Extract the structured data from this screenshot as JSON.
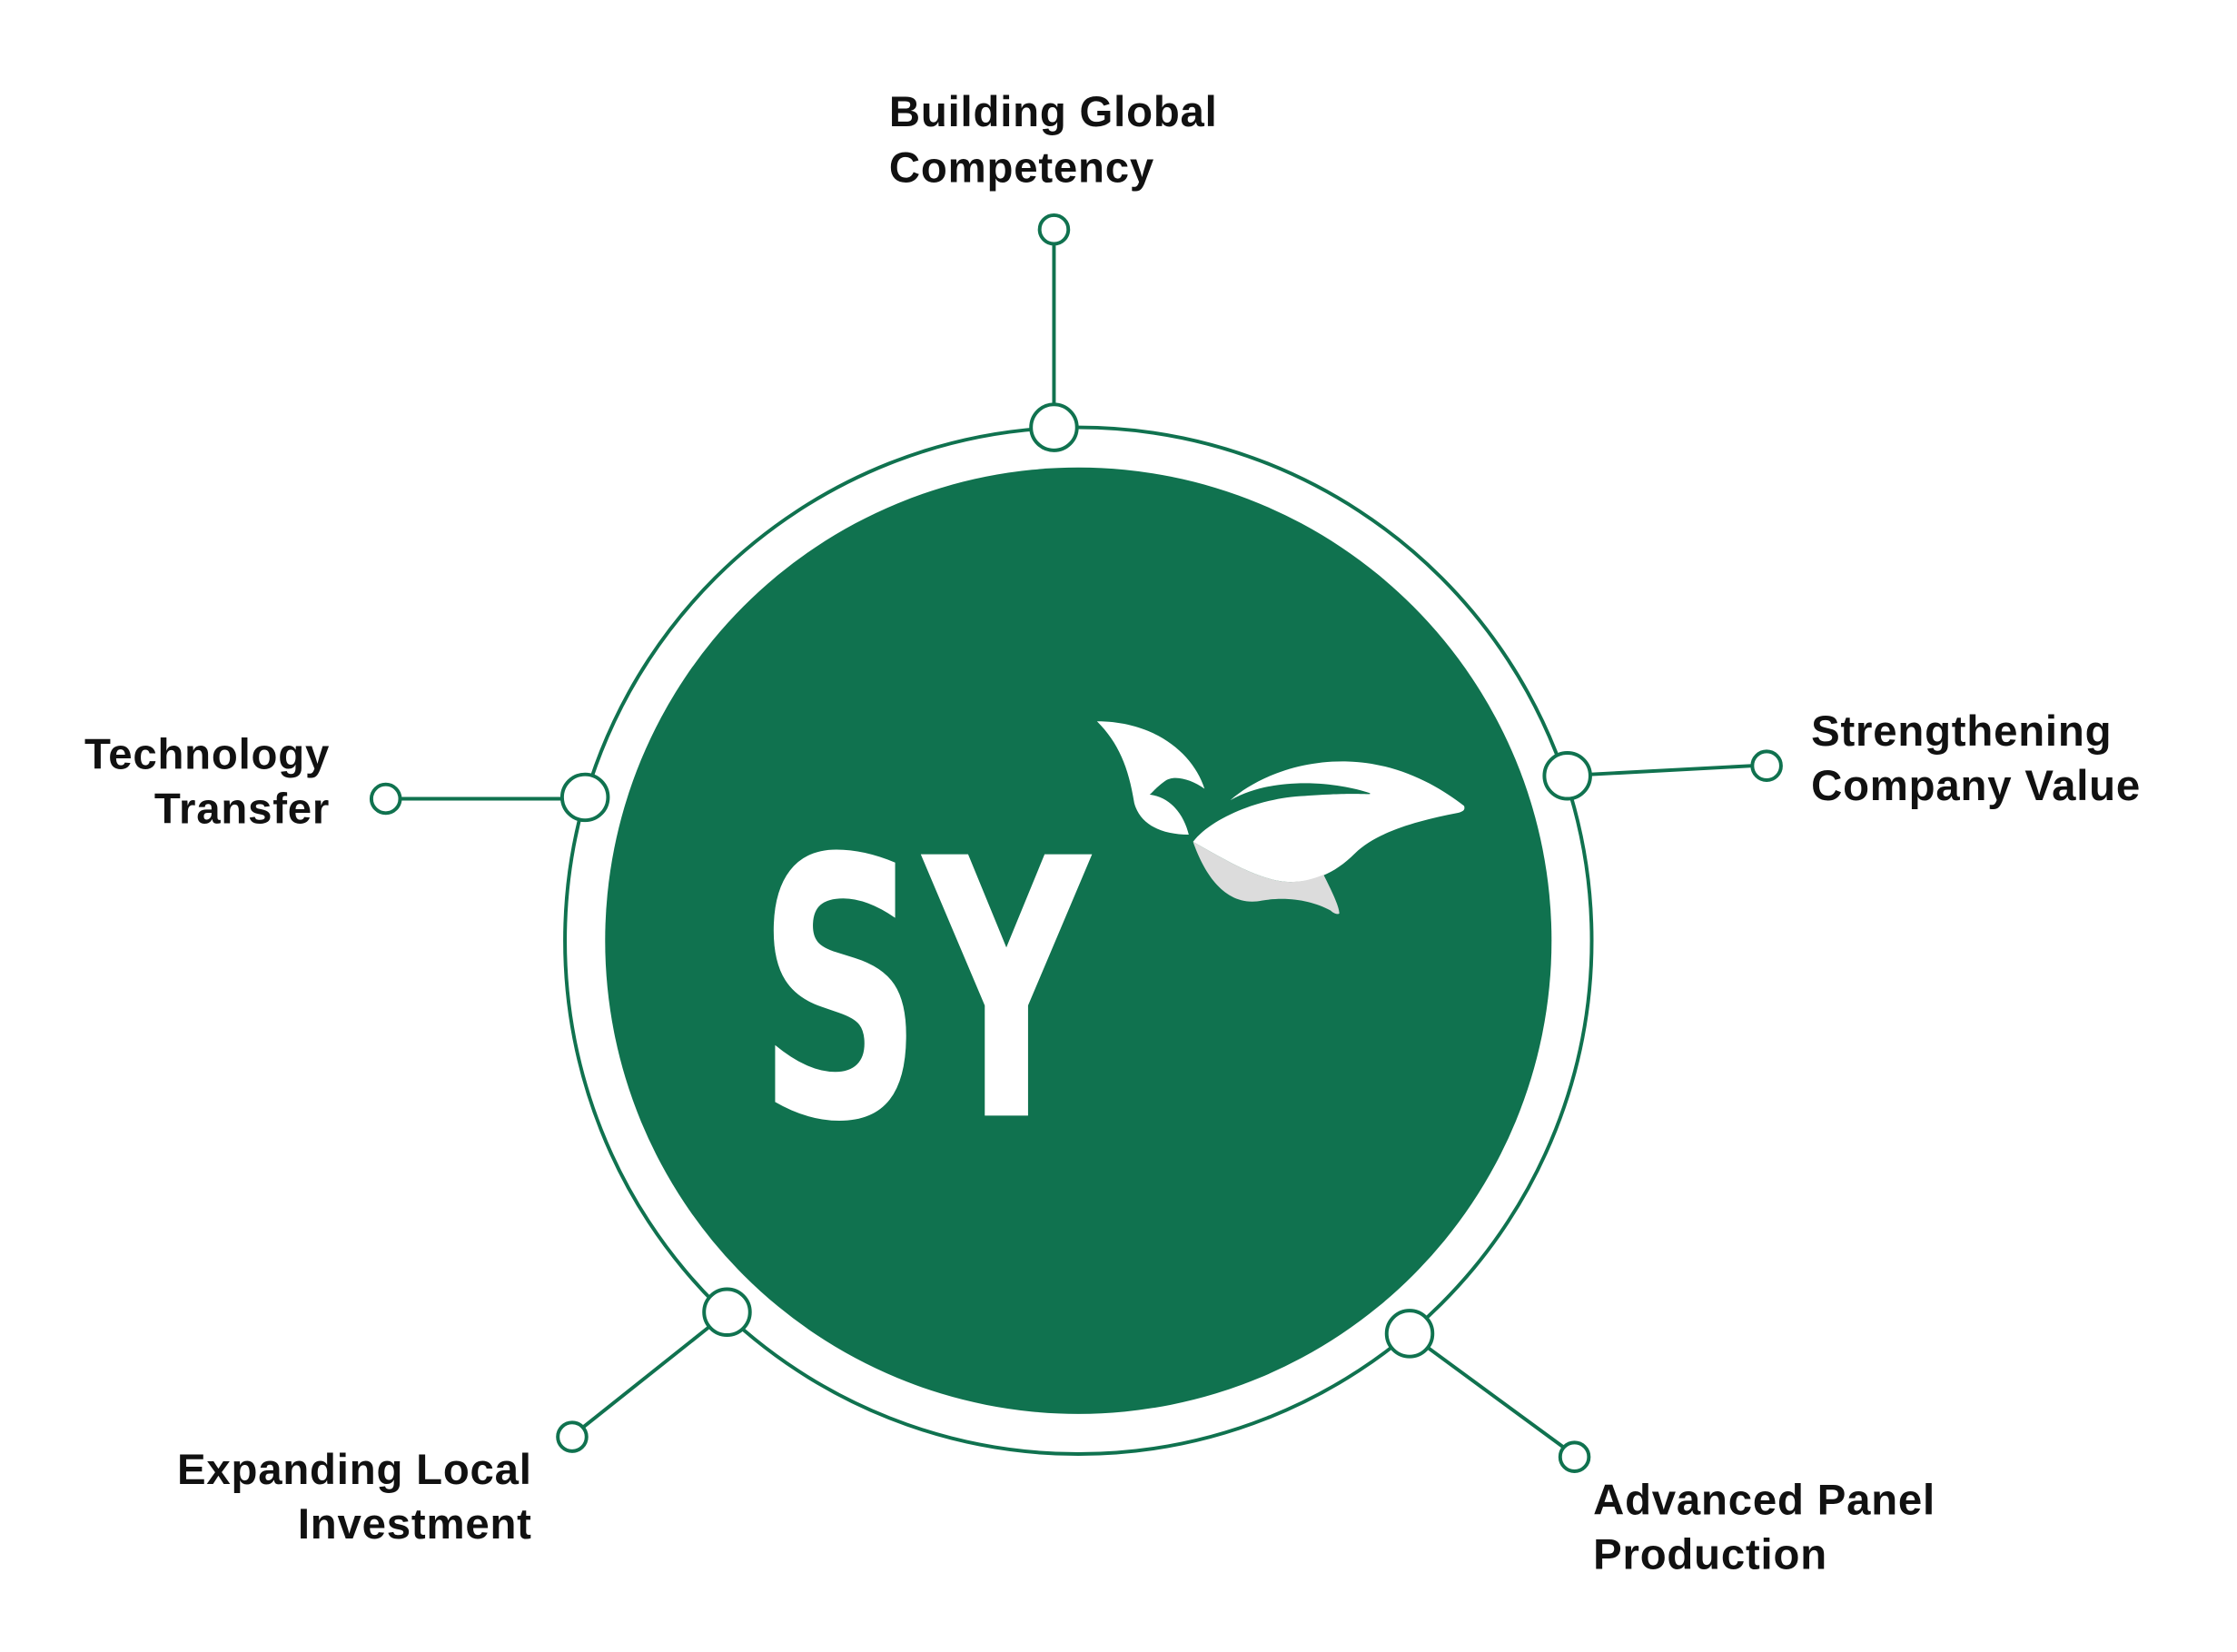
{
  "colors": {
    "brand_green": "#10724f",
    "leaf_shadow": "#dcdcdc",
    "text": "#111111"
  },
  "logo": {
    "text": "SY",
    "icon": "sprout-leaf-icon"
  },
  "nodes": [
    {
      "id": "top",
      "lines": [
        "Building Global",
        "Competency"
      ]
    },
    {
      "id": "right",
      "lines": [
        "Strengthening",
        "Company Value"
      ]
    },
    {
      "id": "left",
      "lines": [
        "Technology",
        "Transfer"
      ]
    },
    {
      "id": "bottom-left",
      "lines": [
        "Expanding Local",
        "Investment"
      ]
    },
    {
      "id": "bottom-right",
      "lines": [
        "Advanced Panel",
        "Production"
      ]
    }
  ]
}
